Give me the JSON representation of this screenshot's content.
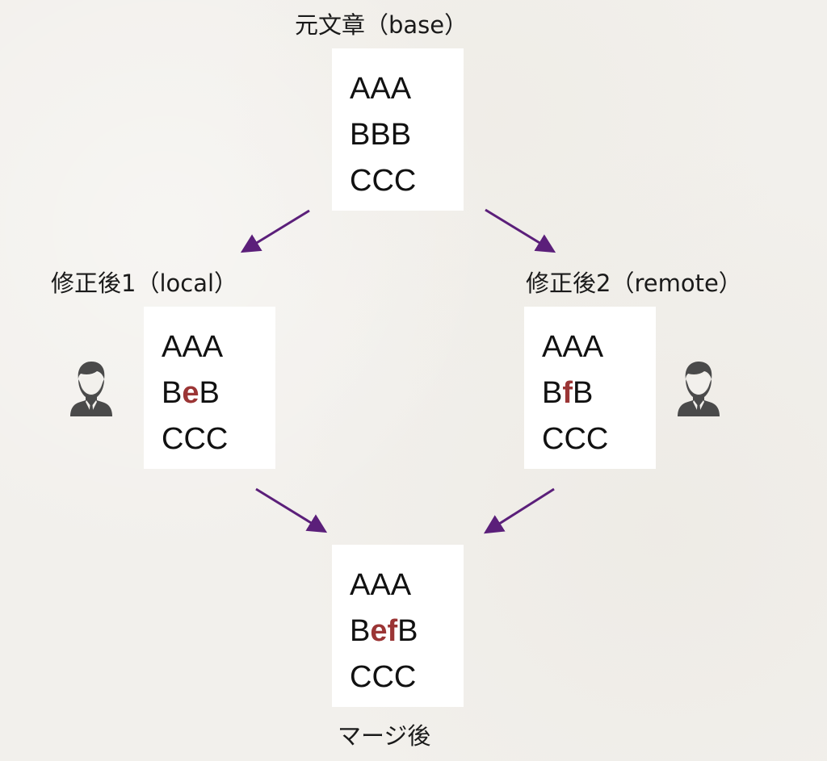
{
  "colors": {
    "background": "#f2f0ec",
    "box": "#ffffff",
    "text": "#111111",
    "highlight": "#9b3535",
    "arrow": "#5b1f7a",
    "icon": "#4a4a4a"
  },
  "nodes": {
    "base": {
      "label": "元文章（base）",
      "lines": [
        {
          "parts": [
            {
              "text": "AAA",
              "highlight": false
            }
          ]
        },
        {
          "parts": [
            {
              "text": "BBB",
              "highlight": false
            }
          ]
        },
        {
          "parts": [
            {
              "text": "CCC",
              "highlight": false
            }
          ]
        }
      ]
    },
    "local": {
      "label": "修正後1（local）",
      "lines": [
        {
          "parts": [
            {
              "text": "AAA",
              "highlight": false
            }
          ]
        },
        {
          "parts": [
            {
              "text": "B",
              "highlight": false
            },
            {
              "text": "e",
              "highlight": true
            },
            {
              "text": "B",
              "highlight": false
            }
          ]
        },
        {
          "parts": [
            {
              "text": "CCC",
              "highlight": false
            }
          ]
        }
      ],
      "icon": "user-icon"
    },
    "remote": {
      "label": "修正後2（remote）",
      "lines": [
        {
          "parts": [
            {
              "text": "AAA",
              "highlight": false
            }
          ]
        },
        {
          "parts": [
            {
              "text": "B",
              "highlight": false
            },
            {
              "text": "f",
              "highlight": true
            },
            {
              "text": "B",
              "highlight": false
            }
          ]
        },
        {
          "parts": [
            {
              "text": "CCC",
              "highlight": false
            }
          ]
        }
      ],
      "icon": "user-icon"
    },
    "merged": {
      "label": "マージ後",
      "lines": [
        {
          "parts": [
            {
              "text": "AAA",
              "highlight": false
            }
          ]
        },
        {
          "parts": [
            {
              "text": "B",
              "highlight": false
            },
            {
              "text": "ef",
              "highlight": true
            },
            {
              "text": "B",
              "highlight": false
            }
          ]
        },
        {
          "parts": [
            {
              "text": "CCC",
              "highlight": false
            }
          ]
        }
      ]
    }
  },
  "edges": [
    {
      "from": "base",
      "to": "local"
    },
    {
      "from": "base",
      "to": "remote"
    },
    {
      "from": "local",
      "to": "merged"
    },
    {
      "from": "remote",
      "to": "merged"
    }
  ]
}
